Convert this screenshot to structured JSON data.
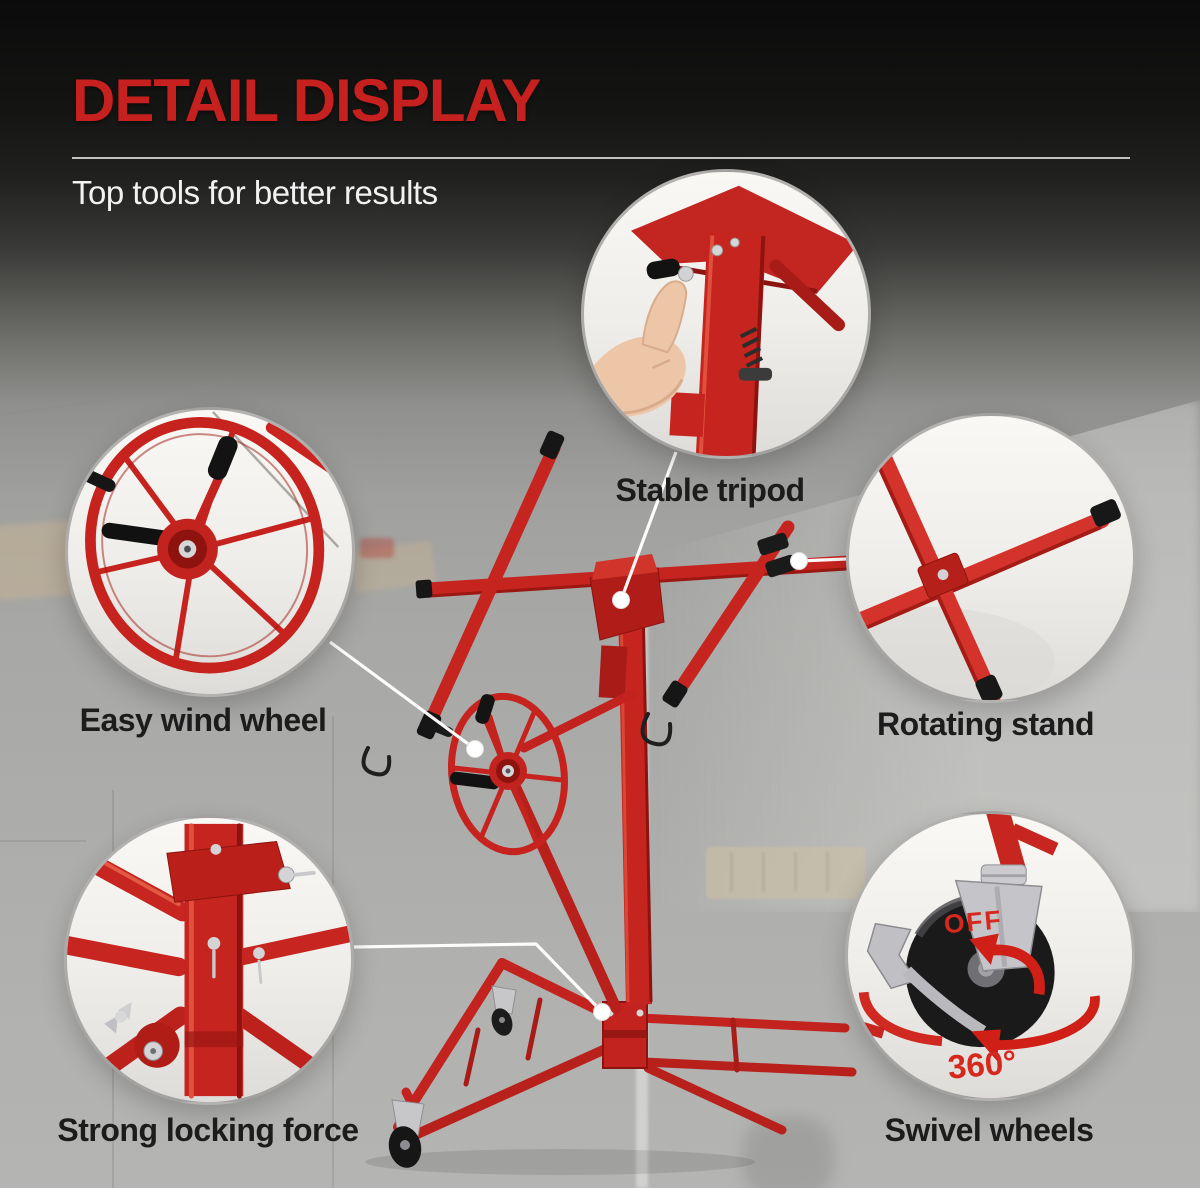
{
  "header": {
    "title": "DETAIL DISPLAY",
    "subtitle": "Top tools for better results"
  },
  "callouts": [
    {
      "label": "Stable tripod"
    },
    {
      "label": "Easy wind wheel"
    },
    {
      "label": "Rotating stand"
    },
    {
      "label": "Strong locking force"
    },
    {
      "label": "Swivel wheels"
    }
  ],
  "swivel": {
    "off_label": "OFF",
    "rotation_label": "360°"
  },
  "colors": {
    "accent_red": "#c6201f",
    "product_red": "#c9251f",
    "label_dark": "#1c1c1c",
    "callout_line": "#ffffff",
    "subtitle_white": "#f2f2f2"
  }
}
